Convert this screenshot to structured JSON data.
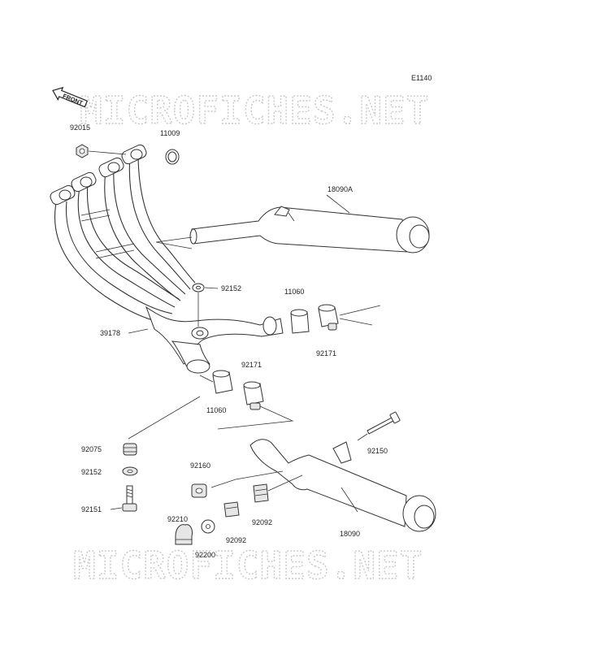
{
  "diagram_code": "E1140",
  "front_label": "FRONT",
  "watermark": "MICROFICHES.NET",
  "parts": {
    "p92015": "92015",
    "p11009": "11009",
    "p18090A": "18090A",
    "p92152_top": "92152",
    "p11060_right": "11060",
    "p39178": "39178",
    "p92171_right": "92171",
    "p92171_left": "92171",
    "p11060_left": "11060",
    "p92150": "92150",
    "p92075": "92075",
    "p92160": "92160",
    "p92152_bottom": "92152",
    "p92151": "92151",
    "p92092_right": "92092",
    "p92210": "92210",
    "p92092_left": "92092",
    "p92200": "92200",
    "p18090": "18090"
  }
}
